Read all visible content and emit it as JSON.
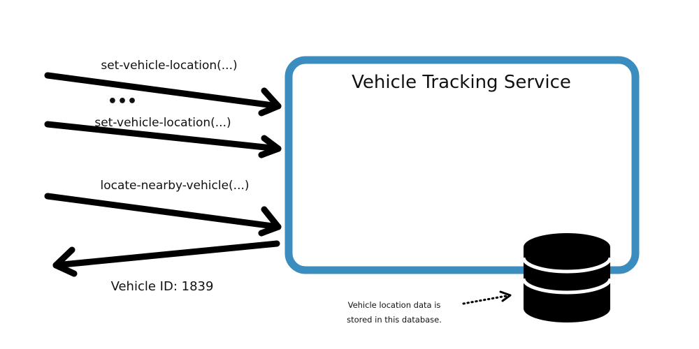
{
  "service": {
    "title": "Vehicle Tracking Service",
    "border_color": "#3b8dbf"
  },
  "calls": {
    "set_location_1": "set-vehicle-location(...)",
    "ellipsis": "•••",
    "set_location_2": "set-vehicle-location(...)",
    "locate_nearby": "locate-nearby-vehicle(...)"
  },
  "response": {
    "label": "Vehicle ID: 1839"
  },
  "database": {
    "note_line1": "Vehicle location data is",
    "note_line2": "stored in this database."
  },
  "colors": {
    "arrow": "#000000",
    "database": "#000000"
  }
}
